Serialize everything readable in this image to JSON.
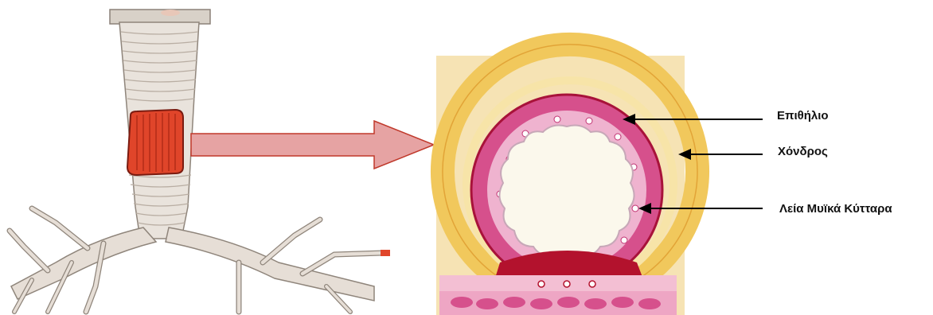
{
  "labels": {
    "epithelium": "Επιθήλιο",
    "cartilage": "Χόνδρος",
    "smooth_muscle": "Λεία Μυϊκά Κύτταρα"
  },
  "colors": {
    "trachea_fill": "#e9e3dc",
    "trachea_ring": "#b9aea3",
    "highlight_red": "#e0452a",
    "arrow_fill": "#e6a3a3",
    "arrow_stroke": "#c0392b",
    "panel_bg": "#f6e3b4",
    "cartilage_yellow": "#f1c85c",
    "muscle_pink": "#d6508c",
    "mucosa_light": "#efb3cf",
    "lumen": "#fbf8ec",
    "base_pink": "#eea6c4",
    "deep_red": "#b3122d"
  }
}
